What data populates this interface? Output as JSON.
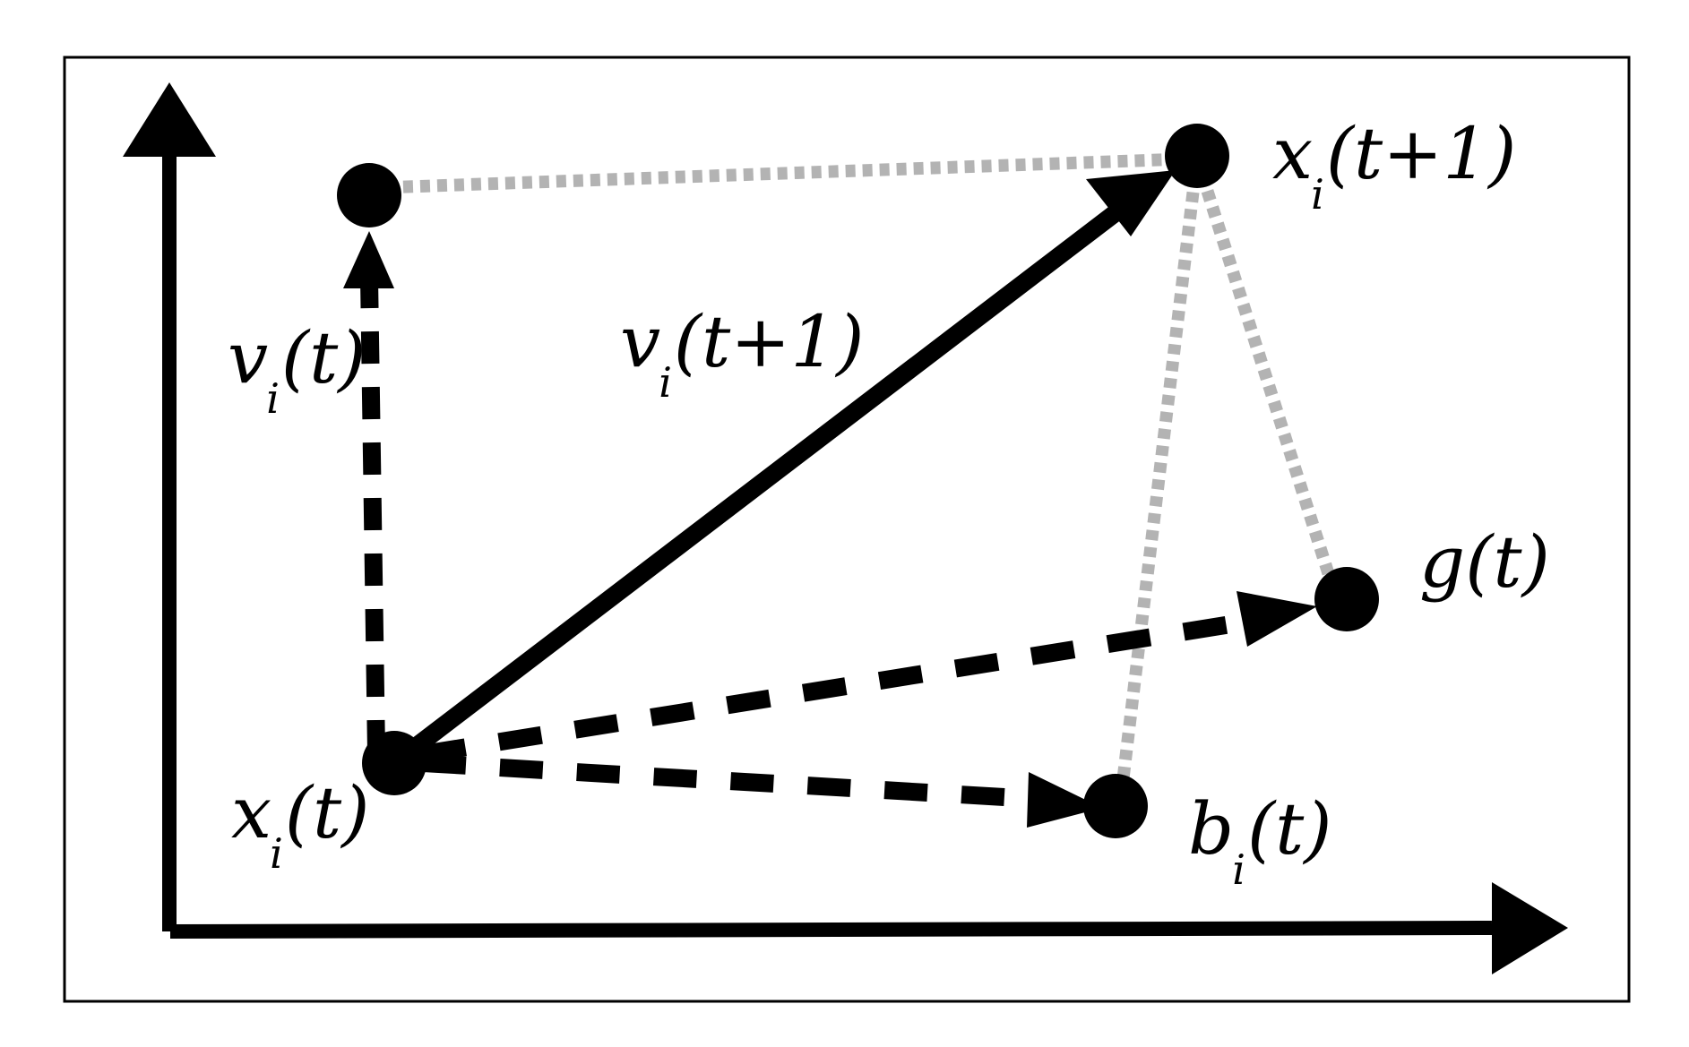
{
  "colors": {
    "ink": "#000000",
    "guide": "#b3b3b3",
    "background": "#ffffff"
  },
  "labels": {
    "xi_t": {
      "base": "x",
      "sub": "i",
      "arg": "(t)"
    },
    "xi_t1": {
      "base": "x",
      "sub": "i",
      "arg": "(t+1)"
    },
    "vi_t": {
      "base": "v",
      "sub": "i",
      "arg": "(t)"
    },
    "vi_t1": {
      "base": "v",
      "sub": "i",
      "arg": "(t+1)"
    },
    "bi_t": {
      "base": "b",
      "sub": "i",
      "arg": "(t)"
    },
    "g_t": {
      "base": "g",
      "arg": "(t)"
    }
  }
}
